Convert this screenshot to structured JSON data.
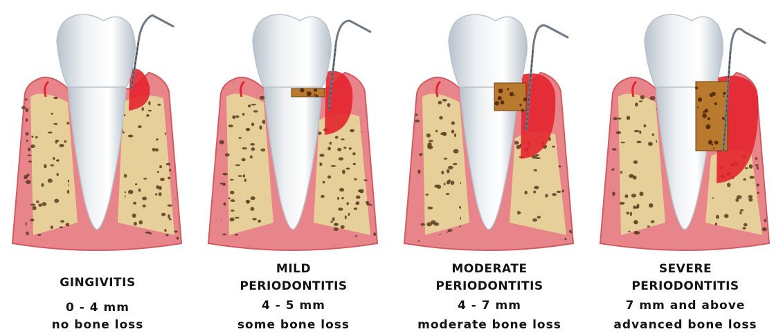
{
  "stages": [
    {
      "title_line1": "GINGIVITIS",
      "title_line2": "",
      "depth": "0 - 4 mm",
      "bone": "no bone loss",
      "defect": "none",
      "severity": 0
    },
    {
      "title_line1": "MILD",
      "title_line2": "PERIODONTITIS",
      "depth": "4 - 5 mm",
      "bone": "some bone loss",
      "defect": "small",
      "severity": 1
    },
    {
      "title_line1": "MODERATE",
      "title_line2": "PERIODONTITIS",
      "depth": "4 - 7 mm",
      "bone": "moderate bone loss",
      "defect": "medium",
      "severity": 2
    },
    {
      "title_line1": "SEVERE",
      "title_line2": "PERIODONTITIS",
      "depth": "7 mm and above",
      "bone": "advanced bone loss",
      "defect": "large",
      "severity": 3
    }
  ],
  "colors": {
    "gum": "#e8858a",
    "gum_edge": "#d45a62",
    "bone": "#e7cf9a",
    "bone_pore": "#5a3a1e",
    "tooth": "#eef1f4",
    "tooth_shade": "#b8c2cc",
    "inflamed": "#e3232e",
    "calculus": "#b97a2e",
    "probe": "#6f7a86"
  }
}
